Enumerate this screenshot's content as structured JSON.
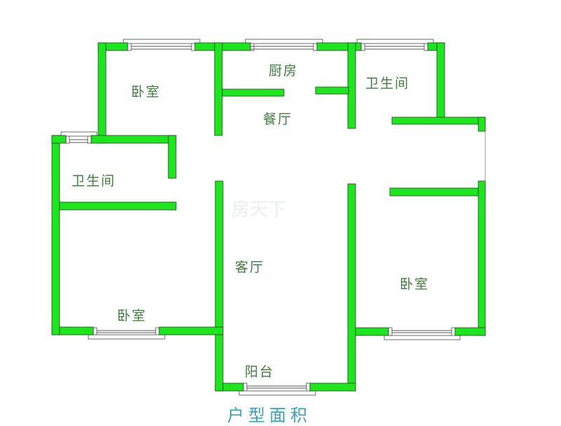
{
  "plan": {
    "rooms": [
      {
        "id": "bedroom-top-left",
        "label": "卧室"
      },
      {
        "id": "kitchen",
        "label": "厨房"
      },
      {
        "id": "dining",
        "label": "餐厅"
      },
      {
        "id": "bathroom-top-right",
        "label": "卫生间"
      },
      {
        "id": "bathroom-left",
        "label": "卫生间"
      },
      {
        "id": "living-room",
        "label": "客厅"
      },
      {
        "id": "bedroom-bottom-left",
        "label": "卧室"
      },
      {
        "id": "bedroom-right",
        "label": "卧室"
      },
      {
        "id": "balcony",
        "label": "阳台"
      }
    ],
    "footer_title": "户型面积",
    "watermark": "房天下",
    "colors": {
      "wall": "#1ee61e",
      "label": "#3f7a3f",
      "footer": "#3a9fb8"
    }
  }
}
